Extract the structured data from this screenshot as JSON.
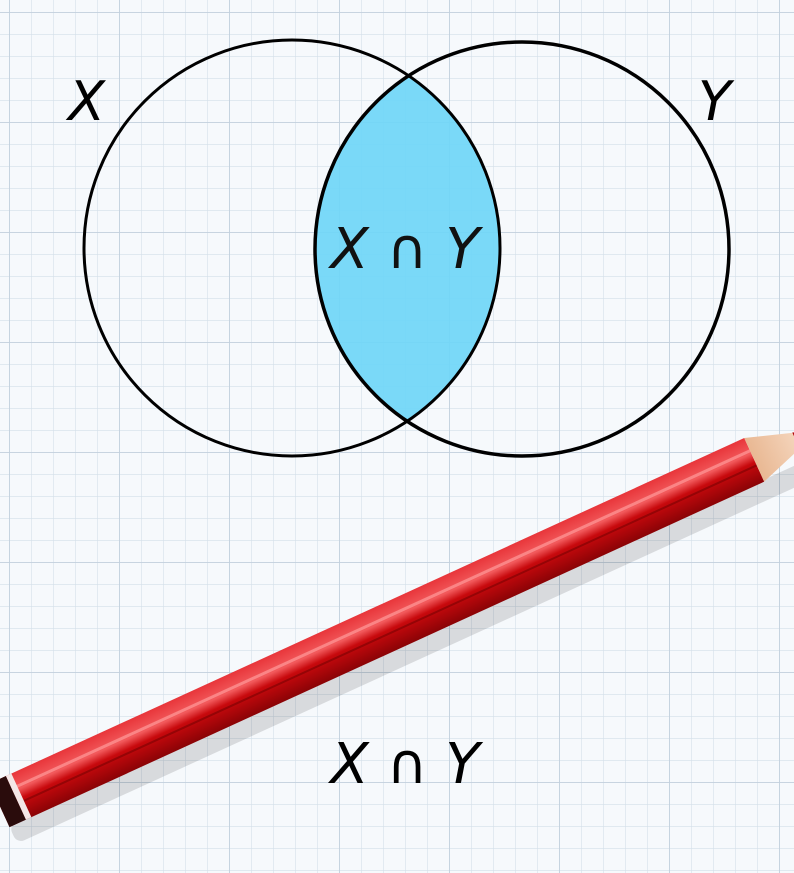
{
  "diagram": {
    "type": "venn",
    "sets": [
      {
        "label": "X"
      },
      {
        "label": "Y"
      }
    ],
    "intersection": {
      "label": "X ∩ Y",
      "fill_color": "#6fd6f7"
    },
    "caption": "X ∩ Y",
    "stroke_color": "#000000"
  },
  "background": {
    "paper_color": "#f6f9fc",
    "grid_color": "#c9d6e2"
  },
  "pencil": {
    "icon": "red-pencil-icon",
    "body_color": "#c8090d",
    "wood_color": "#f0c9a8"
  }
}
